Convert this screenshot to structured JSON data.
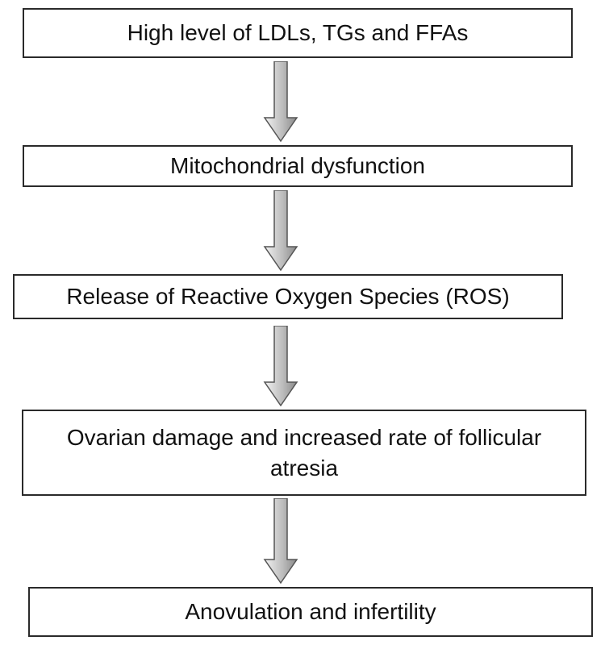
{
  "diagram": {
    "type": "flowchart",
    "direction": "top-to-bottom",
    "steps": [
      {
        "label": "High level of LDLs, TGs and FFAs"
      },
      {
        "label": "Mitochondrial dysfunction"
      },
      {
        "label": "Release of Reactive Oxygen Species (ROS)"
      },
      {
        "label": "Ovarian damage and increased rate of follicular atresia"
      },
      {
        "label": "Anovulation and infertility"
      }
    ],
    "arrow_colors": {
      "light": "#f2f2f2",
      "dark": "#8a8a8a",
      "outline": "#555555"
    }
  }
}
